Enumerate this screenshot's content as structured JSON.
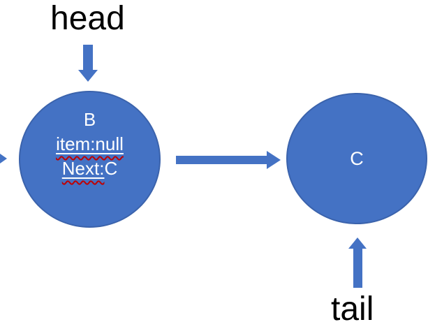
{
  "labels": {
    "head": "head",
    "tail": "tail"
  },
  "nodes": {
    "b": {
      "title": "B",
      "line2": "item:null",
      "line3_decorated": "Next:",
      "line3_plain": "C"
    },
    "c": {
      "title": "C"
    }
  },
  "colors": {
    "node_fill": "#4472C4",
    "node_border": "#3B63AC",
    "arrow": "#4472C4",
    "node_text": "#FFFFFF",
    "label_text": "#000000",
    "squiggle": "#C00000",
    "canvas_bg": "#FFFFFF"
  }
}
